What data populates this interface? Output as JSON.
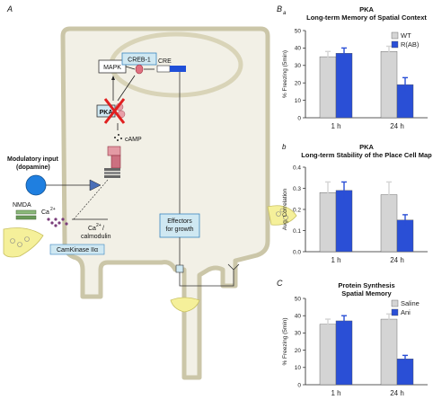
{
  "panel_labels": {
    "A": "A",
    "Ba": "B",
    "Ba_sub": "a",
    "Bb": "b",
    "C": "C"
  },
  "diagram": {
    "mapk": "MAPK",
    "creb": "CREB-1",
    "cre": "CRE",
    "pka": "PKA",
    "camp": "cAMP",
    "modulatory_line1": "Modulatory input",
    "modulatory_line2": "(dopamine)",
    "nmda": "NMDA",
    "ca": "Ca",
    "ca_sup": "2+",
    "ca_calmodulin_1": "Ca",
    "ca_calmodulin_sup": "2+",
    "ca_calmodulin_tail": "/",
    "ca_calmodulin_2": "calmodulin",
    "camkinase": "CamKinase IIα",
    "effectors_line1": "Effectors",
    "effectors_line2": "for growth",
    "colors": {
      "nucleus": "#d9d4b8",
      "cell_fill": "#f2f0e6",
      "cell_stroke": "#cbc6a8",
      "blue": "#1f4fd8",
      "light_blue": "#cfe8f2",
      "red": "#e02020",
      "pink": "#e8a0a8",
      "purple": "#7a3d7a",
      "yellow": "#f5f09a"
    }
  },
  "chart_data": [
    {
      "type": "bar",
      "title": "PKA",
      "subtitle": "Long-term Memory of Spatial Context",
      "ylabel": "% Freezing (5min)",
      "categories": [
        "1 h",
        "24 h"
      ],
      "ylim": [
        0,
        50
      ],
      "yticks": [
        "0",
        "10",
        "20",
        "30",
        "40",
        "50"
      ],
      "series": [
        {
          "name": "WT",
          "color": "#d4d4d4",
          "values": [
            35,
            38
          ],
          "errors": [
            3,
            3
          ]
        },
        {
          "name": "R(AB)",
          "color": "#2a4fd6",
          "values": [
            37,
            19
          ],
          "errors": [
            3,
            4
          ]
        }
      ],
      "legend": "top-right"
    },
    {
      "type": "bar",
      "title": "PKA",
      "subtitle": "Long-term Stability of the Place Cell Map",
      "ylabel": "Avg. Correlation",
      "categories": [
        "1 h",
        "24 h"
      ],
      "ylim": [
        0,
        0.4
      ],
      "yticks": [
        "0.0",
        "0.1",
        "0.2",
        "0.3",
        "0.4"
      ],
      "series": [
        {
          "name": "",
          "color": "#d4d4d4",
          "values": [
            0.28,
            0.27
          ],
          "errors": [
            0.05,
            0.06
          ]
        },
        {
          "name": "",
          "color": "#2a4fd6",
          "values": [
            0.29,
            0.15
          ],
          "errors": [
            0.04,
            0.025
          ]
        }
      ],
      "legend": "none"
    },
    {
      "type": "bar",
      "title": "Protein Synthesis",
      "subtitle": "Spatial Memory",
      "ylabel": "% Freezing (5min)",
      "categories": [
        "1 h",
        "24 h"
      ],
      "ylim": [
        0,
        50
      ],
      "yticks": [
        "0",
        "10",
        "20",
        "30",
        "40",
        "50"
      ],
      "series": [
        {
          "name": "Saline",
          "color": "#d4d4d4",
          "values": [
            35,
            38
          ],
          "errors": [
            3,
            3
          ]
        },
        {
          "name": "Ani",
          "color": "#2a4fd6",
          "values": [
            37,
            15
          ],
          "errors": [
            3,
            2
          ]
        }
      ],
      "legend": "top-right"
    }
  ]
}
